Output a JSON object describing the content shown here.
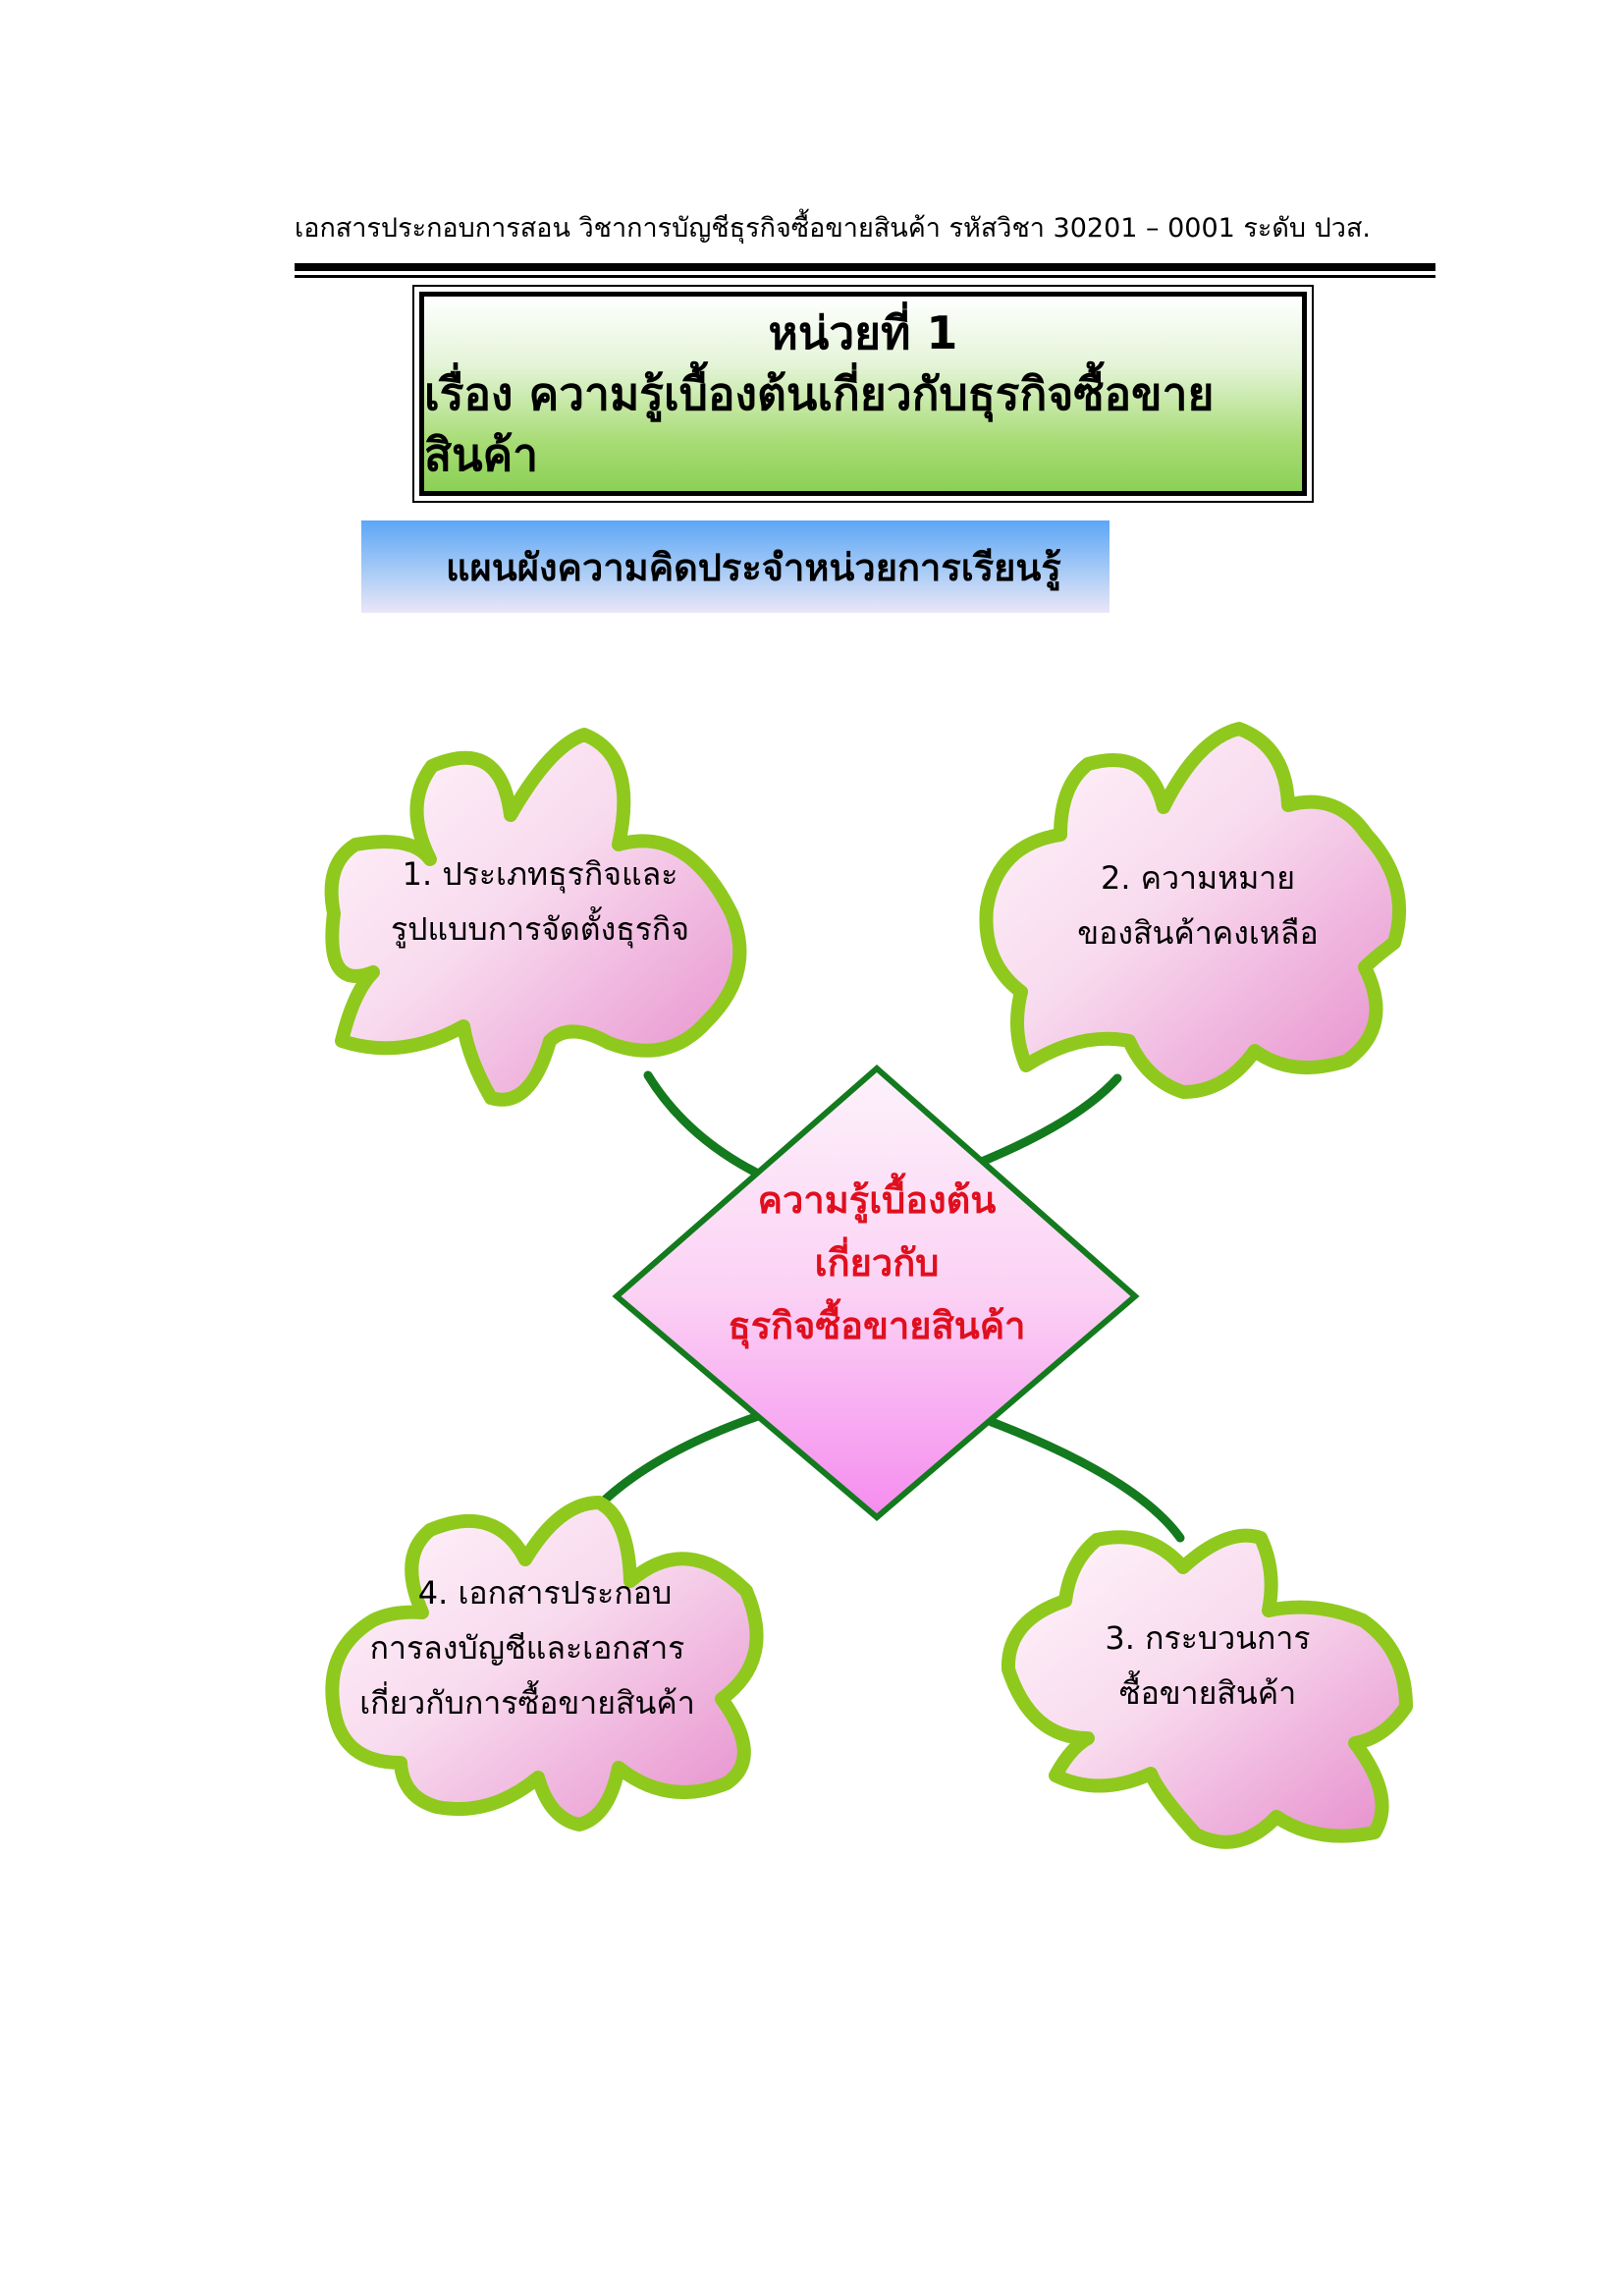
{
  "header": {
    "running_title": "เอกสารประกอบการสอน  วิชาการบัญชีธุรกิจซื้อขายสินค้า  รหัสวิชา  30201 – 0001  ระดับ  ปวส."
  },
  "unit": {
    "line1": "หน่วยที่   1",
    "line2": "เรื่อง   ความรู้เบื้องต้นเกี่ยวกับธุรกิจซื้อขายสินค้า"
  },
  "section": {
    "heading": "แผนผังความคิดประจำหน่วยการเรียนรู้"
  },
  "mindmap": {
    "center": {
      "lines": [
        "ความรู้เบื้องต้น",
        "เกี่ยวกับ",
        "ธุรกิจซื้อขายสินค้า"
      ]
    },
    "nodes": [
      {
        "lines": [
          "1.  ประเภทธุรกิจและ",
          "รูปแบบการจัดตั้งธุรกิจ"
        ]
      },
      {
        "lines": [
          "2.  ความหมาย",
          "ของสินค้าคงเหลือ"
        ]
      },
      {
        "lines": [
          "3.  กระบวนการ",
          "ซื้อขายสินค้า"
        ]
      },
      {
        "lines": [
          "4. เอกสารประกอบ",
          "การลงบัญชีและเอกสาร",
          "เกี่ยวกับการซื้อขายสินค้า"
        ]
      }
    ],
    "colors": {
      "node_border": "#8fc91e",
      "node_fill_light": "#fff6fb",
      "node_fill_dark": "#e68ccc",
      "connector": "#137a1d",
      "center_border": "#137a1d",
      "center_fill_top": "#fdf2fb",
      "center_fill_bottom": "#f58cef",
      "center_text": "#e00f1e"
    }
  }
}
